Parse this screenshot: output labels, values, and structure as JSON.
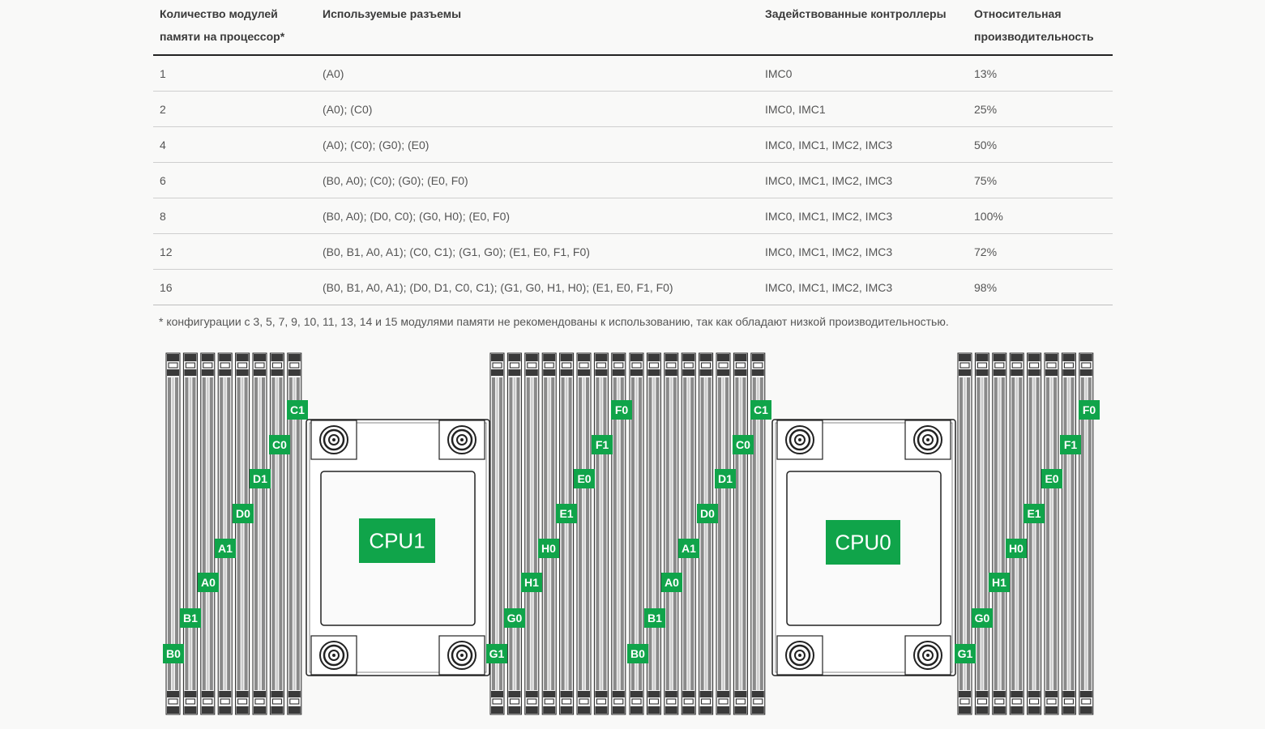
{
  "table": {
    "headers": [
      "Количество модулей памяти на процессор*",
      "Используемые разъемы",
      "Задействованные контроллеры",
      "Относительная производительность"
    ],
    "rows": [
      [
        "1",
        "(A0)",
        "IMC0",
        "13%"
      ],
      [
        "2",
        "(A0); (C0)",
        "IMC0, IMC1",
        "25%"
      ],
      [
        "4",
        "(A0); (C0); (G0); (E0)",
        "IMC0, IMC1, IMC2, IMC3",
        "50%"
      ],
      [
        "6",
        "(B0, A0); (C0); (G0); (E0, F0)",
        "IMC0, IMC1, IMC2, IMC3",
        "75%"
      ],
      [
        "8",
        "(B0, A0); (D0, C0); (G0, H0); (E0, F0)",
        "IMC0, IMC1, IMC2, IMC3",
        "100%"
      ],
      [
        "12",
        "(B0, B1, A0, A1); (C0, C1); (G1, G0); (E1, E0, F1, F0)",
        "IMC0, IMC1, IMC2, IMC3",
        "72%"
      ],
      [
        "16",
        "(B0, B1, A0, A1); (D0, D1, C0, C1); (G1, G0, H1, H0); (E1, E0, F1, F0)",
        "IMC0, IMC1, IMC2, IMC3",
        "98%"
      ]
    ]
  },
  "footnote": "* конфигурации с 3, 5, 7, 9, 10, 11, 13, 14 и 15 модулями памяти не рекомендованы к использованию, так как обладают низкой производительностью.",
  "diagram": {
    "cpus": [
      "CPU1",
      "CPU0"
    ],
    "bank_left": [
      "B0",
      "B1",
      "A0",
      "A1",
      "D0",
      "D1",
      "C0",
      "C1"
    ],
    "bank_middle_left": [
      "G1",
      "G0",
      "H1",
      "H0",
      "E1",
      "E0",
      "F1",
      "F0"
    ],
    "bank_middle_right": [
      "B0",
      "B1",
      "A0",
      "A1",
      "D0",
      "D1",
      "C0",
      "C1"
    ],
    "bank_right": [
      "G1",
      "G0",
      "H1",
      "H0",
      "E1",
      "E0",
      "F1",
      "F0"
    ]
  },
  "colors": {
    "slot_label": "#10a44a",
    "cpu_label": "#10a44a",
    "slot_fill": "#8a8a8a",
    "slot_dark": "#3a3a3a",
    "line": "#222222"
  }
}
